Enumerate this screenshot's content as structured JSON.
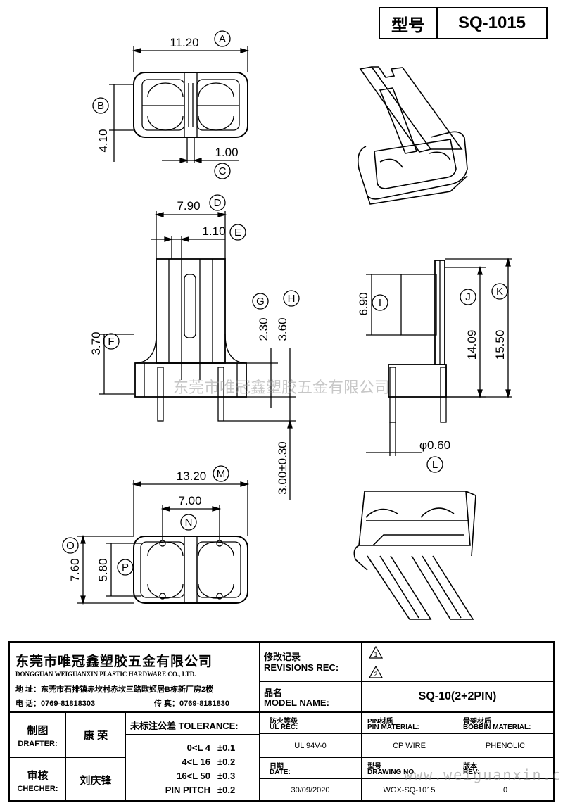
{
  "header": {
    "label": "型号",
    "value": "SQ-1015"
  },
  "dims": {
    "A": "11.20",
    "B": "4.10",
    "C": "1.00",
    "D": "7.90",
    "E": "1.10",
    "F": "3.70",
    "G": "2.30",
    "H": "3.60",
    "I": "6.90",
    "J": "14.09",
    "K": "15.50",
    "L": "φ0.60",
    "M": "13.20",
    "N": "7.00",
    "O": "7.60",
    "P": "5.80",
    "pin": "3.00±0.30"
  },
  "callouts": [
    "A",
    "B",
    "C",
    "D",
    "E",
    "F",
    "G",
    "H",
    "I",
    "J",
    "K",
    "L",
    "M",
    "N",
    "O",
    "P"
  ],
  "watermark": "东莞市唯冠鑫塑胶五金有限公司",
  "watermark_url": "www.weiguanxin.com",
  "company": {
    "name_cn": "东莞市唯冠鑫塑胶五金有限公司",
    "name_en": "DONGGUAN WEIGUANXIN PLASTIC HARDWARE CO., LTD.",
    "address": "地  址：东莞市石排镇赤坎村赤坎三路欧姬居B栋新厂房2楼",
    "phone": "电  话：0769-81818303",
    "fax": "传  真：0769-8181830"
  },
  "revisions": {
    "label_cn": "修改记录",
    "label_en": "REVISIONS REC:",
    "rev1": "1",
    "rev2": "2"
  },
  "model": {
    "label_cn": "品名",
    "label_en": "MODEL NAME:",
    "value": "SQ-10(2+2PIN)"
  },
  "drafter": {
    "label_cn": "制图",
    "label_en": "DRAFTER:",
    "name": "康  荣"
  },
  "checker": {
    "label_cn": "审核",
    "label_en": "CHECHER:",
    "name": "刘庆锋"
  },
  "tolerance": {
    "label_cn": "未标注公差",
    "label_en": "TOLERANCE:",
    "rows": [
      {
        "range": "0<L  4",
        "value": "±0.1"
      },
      {
        "range": "4<L  16",
        "value": "±0.2"
      },
      {
        "range": "16<L  50",
        "value": "±0.3"
      },
      {
        "range": "PIN PITCH",
        "value": "±0.2"
      }
    ]
  },
  "ul": {
    "label_cn": "防火等级",
    "label_en": "UL REC:",
    "value": "UL 94V-0"
  },
  "pin_material": {
    "label_cn": "PIN材质",
    "label_en": "PIN MATERIAL:",
    "value": "CP WIRE"
  },
  "bobbin_material": {
    "label_cn": "骨架材质",
    "label_en": "BOBBIN MATERIAL:",
    "value": "PHENOLIC"
  },
  "date": {
    "label_cn": "日期",
    "label_en": "DATE:",
    "value": "30/09/2020"
  },
  "drawing_no": {
    "label_cn": "型号",
    "label_en": "DRAWING NO.",
    "value": "WGX-SQ-1015"
  },
  "rev": {
    "label_cn": "版本",
    "label_en": "REV:",
    "value": "0"
  }
}
